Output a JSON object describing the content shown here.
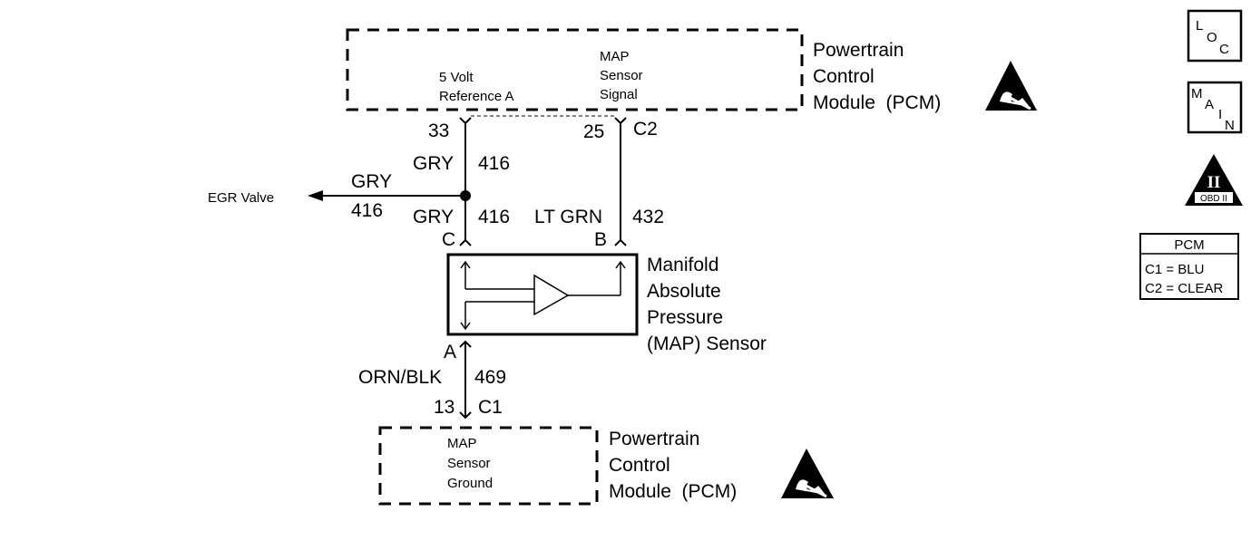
{
  "pcm_top": {
    "title_lines": [
      "Powertrain",
      "Control",
      "Module  (PCM)"
    ],
    "circuit_5v": [
      "5 Volt",
      "Reference A"
    ],
    "circuit_signal": [
      "MAP",
      "Sensor",
      "Signal"
    ]
  },
  "pcm_bottom": {
    "title_lines": [
      "Powertrain",
      "Control",
      "Module  (PCM)"
    ],
    "circuit_ground": [
      "MAP",
      "Sensor",
      "Ground"
    ]
  },
  "wiring": {
    "pin_33": "33",
    "pin_25": "25",
    "conn_c2": "C2",
    "gry_a": "GRY",
    "num_416_a": "416",
    "egr_label": "EGR Valve",
    "gry_branch": "GRY",
    "num_416_branch": "416",
    "gry_b": "GRY",
    "num_416_b": "416",
    "lt_grn": "LT GRN",
    "num_432": "432",
    "term_c": "C",
    "term_b": "B",
    "term_a": "A",
    "orn_blk": "ORN/BLK",
    "num_469": "469",
    "pin_13": "13",
    "conn_c1": "C1"
  },
  "sensor": {
    "name_lines": [
      "Manifold",
      "Absolute",
      "Pressure",
      "(MAP) Sensor"
    ]
  },
  "side_icons": {
    "loc": [
      "L",
      "O",
      "C"
    ],
    "main": [
      "M",
      "A",
      "I",
      "N"
    ],
    "obd_roman": "II",
    "obd_text": "OBD II"
  },
  "connector_legend": {
    "title": "PCM",
    "rows": [
      "C1 = BLU",
      "C2 = CLEAR"
    ]
  },
  "colors": {
    "ink": "#000000",
    "background": "#ffffff"
  }
}
